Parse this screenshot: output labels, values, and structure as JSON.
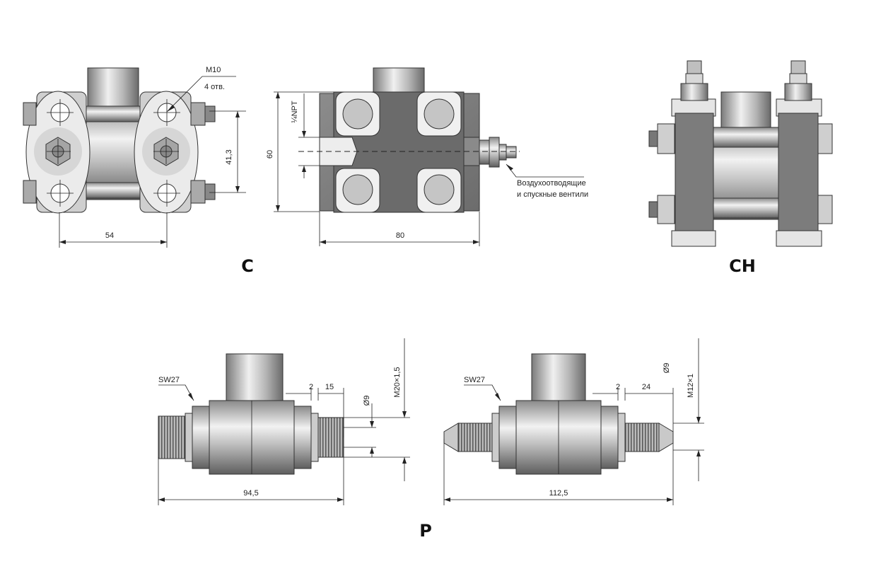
{
  "views": {
    "c": {
      "caption": "C",
      "thread_label": "M10",
      "holes_label": "4 отв.",
      "dim_height": "41,3",
      "dim_spacing": "54",
      "dim_side_height": "60",
      "dim_port": "¼NPT",
      "dim_length": "80",
      "vent_label_line1": "Воздухоотводящие",
      "vent_label_line2": "и спускные вентили"
    },
    "ch": {
      "caption": "CH"
    },
    "p": {
      "caption": "P",
      "left": {
        "wrench": "SW27",
        "dim_a": "2",
        "dim_b": "15",
        "dim_bore": "Ø9",
        "dim_thread": "M20×1,5",
        "dim_length": "94,5"
      },
      "right": {
        "wrench": "SW27",
        "dim_a": "2",
        "dim_b": "24",
        "dim_bore": "Ø9",
        "dim_thread": "M12×1",
        "dim_length": "112,5"
      }
    }
  },
  "colors": {
    "line": "#222222",
    "body": "#9a9a9a",
    "flange": "#e6e6e6",
    "dark": "#6e6e6e"
  }
}
